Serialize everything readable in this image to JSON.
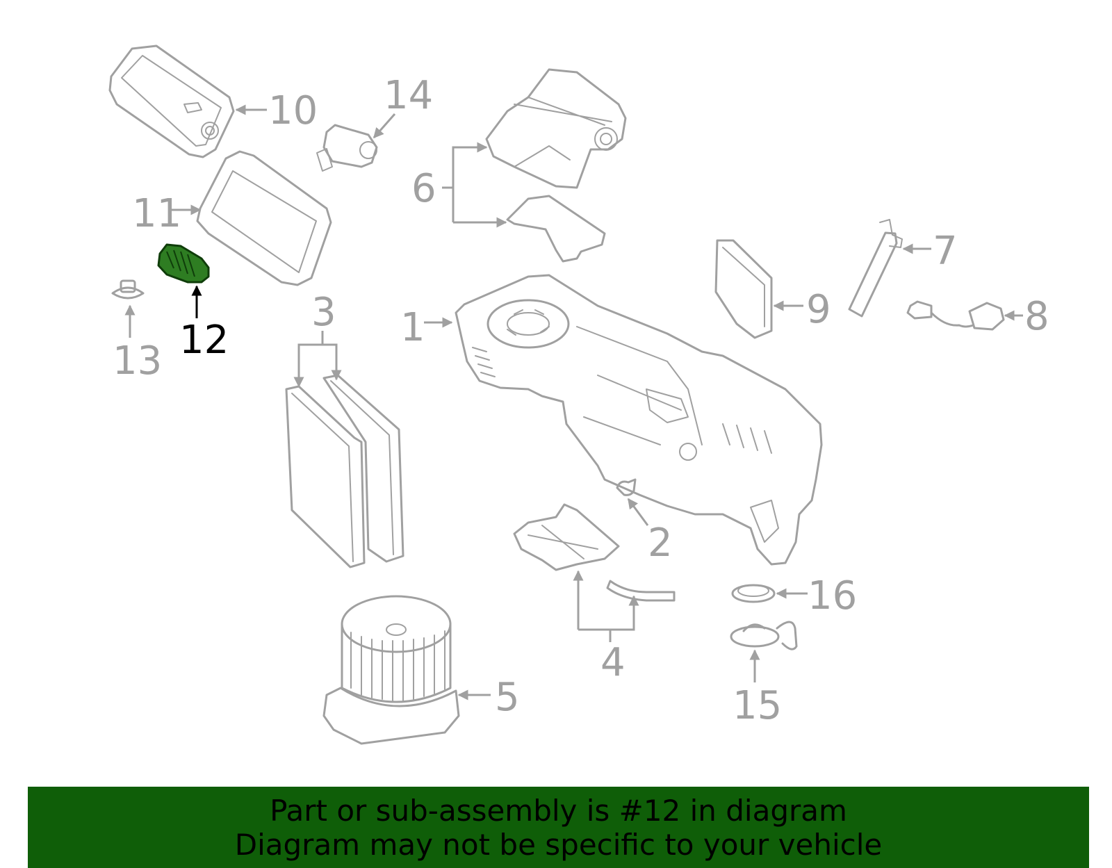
{
  "diagram": {
    "highlight_color": "#2e7d22",
    "callouts": [
      {
        "label": "1"
      },
      {
        "label": "2"
      },
      {
        "label": "3"
      },
      {
        "label": "4"
      },
      {
        "label": "5"
      },
      {
        "label": "6"
      },
      {
        "label": "7"
      },
      {
        "label": "8"
      },
      {
        "label": "9"
      },
      {
        "label": "10"
      },
      {
        "label": "11"
      },
      {
        "label": "12",
        "highlighted": true
      },
      {
        "label": "13"
      },
      {
        "label": "14"
      },
      {
        "label": "15"
      },
      {
        "label": "16"
      }
    ]
  },
  "banner": {
    "line1": "Part or sub-assembly is #12 in diagram",
    "line2": "Diagram may not be specific to your vehicle",
    "background": "#0f5e08"
  }
}
